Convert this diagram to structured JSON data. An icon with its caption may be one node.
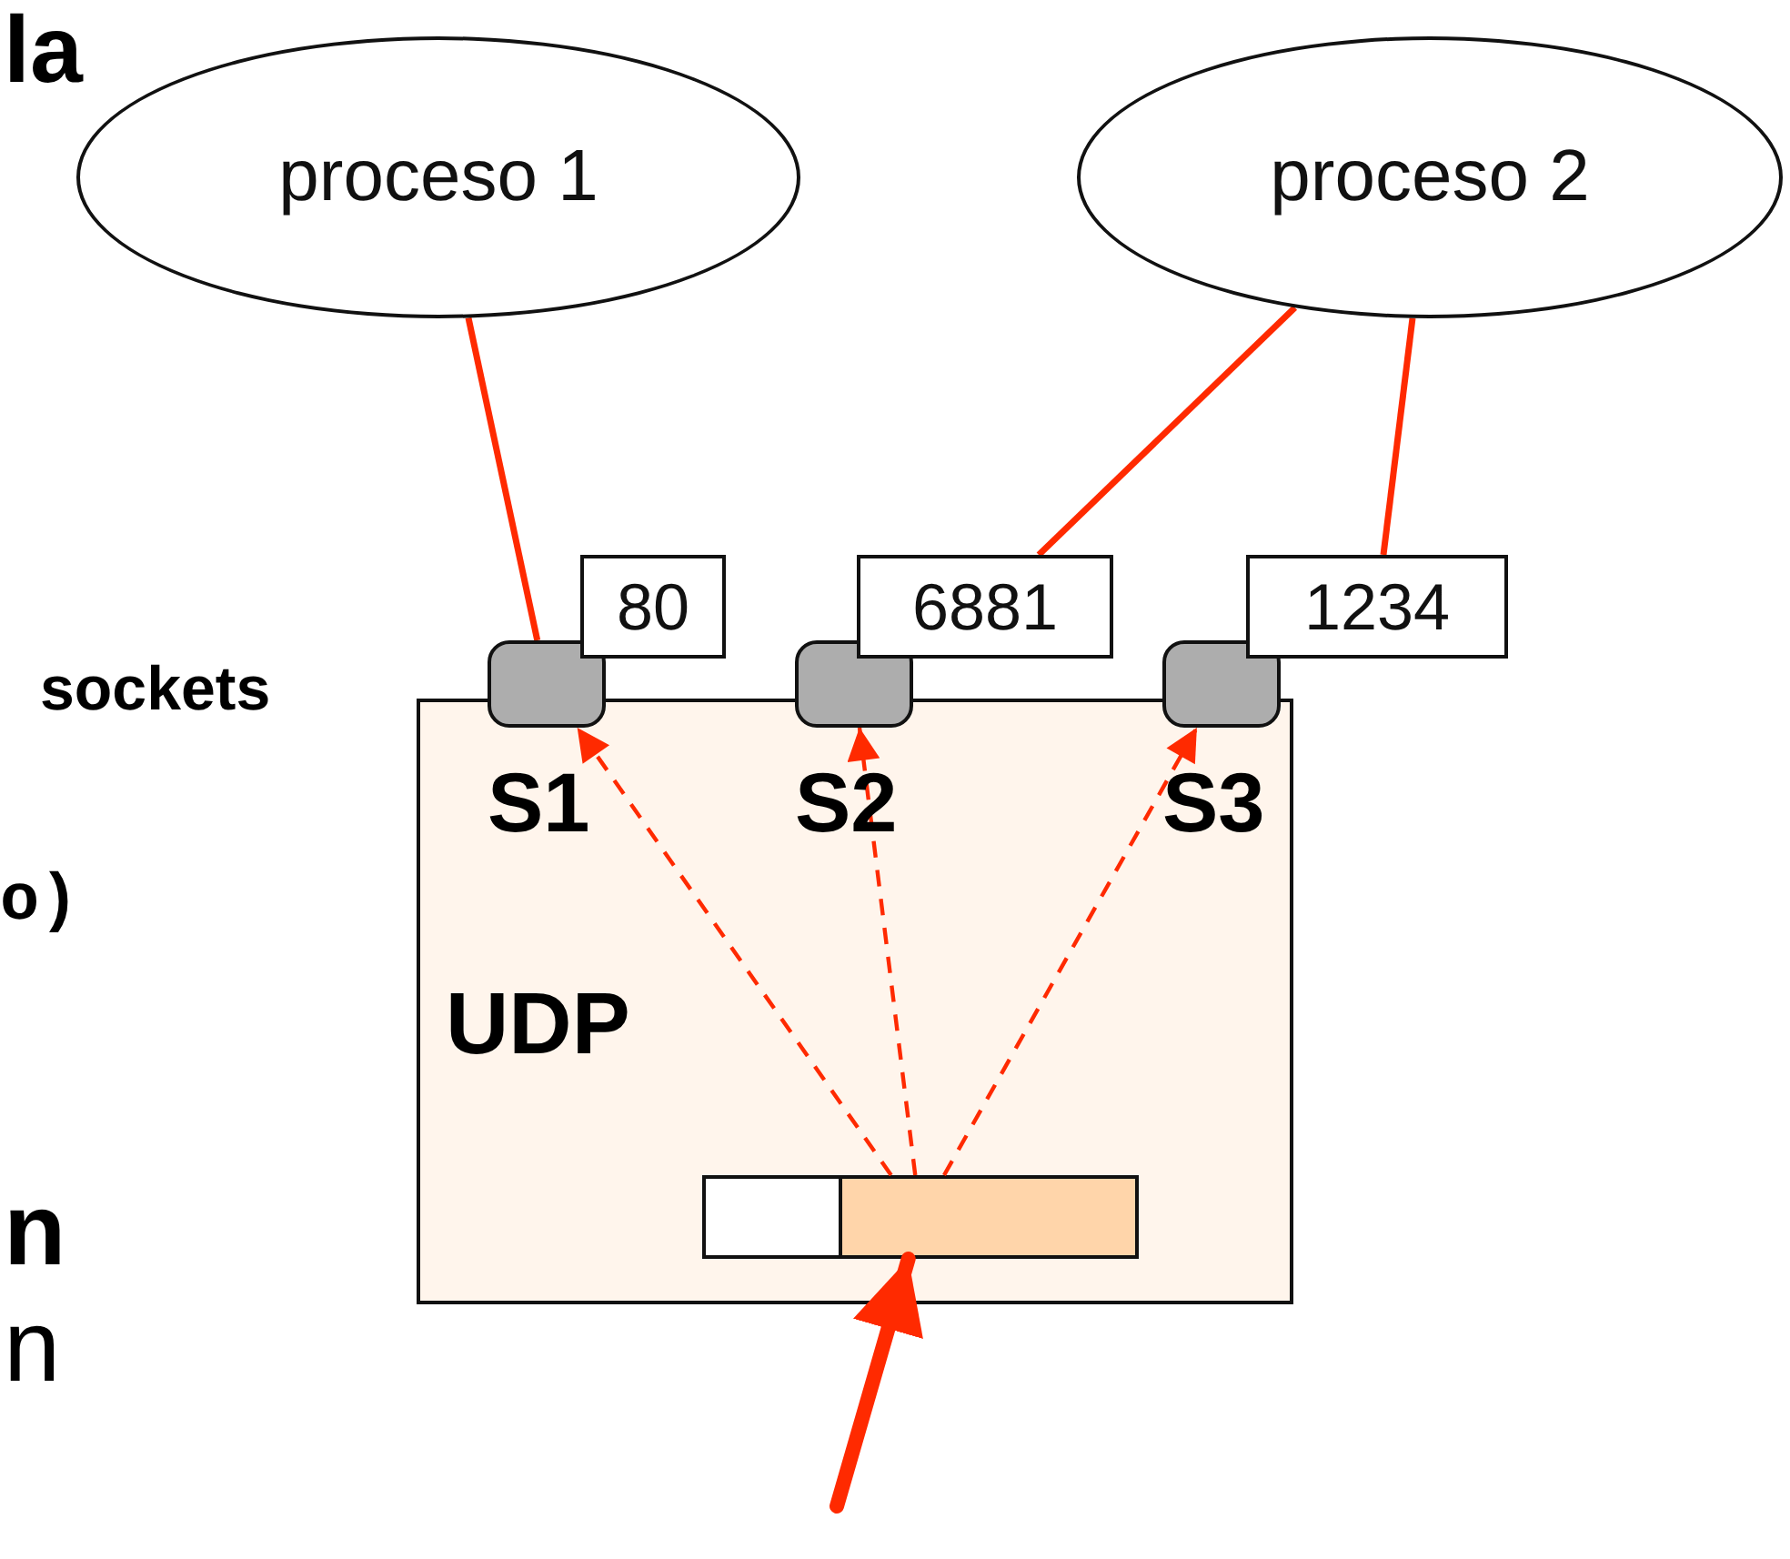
{
  "diagram": {
    "nodes": [
      {
        "text": [
          "proceso 1"
        ]
      },
      {
        "text": [
          "proceso 2"
        ]
      },
      {
        "text": [
          "UDP"
        ]
      },
      {
        "text": [],
        "shape": "box"
      },
      {
        "text": [
          "80"
        ]
      },
      {
        "text": [],
        "shape": "box"
      },
      {
        "text": [
          "6881"
        ]
      },
      {
        "text": [],
        "shape": "box"
      },
      {
        "text": [
          "1234"
        ]
      },
      {
        "text": [],
        "shape": "bar",
        "in": 2
      }
    ],
    "edges": [
      {
        "from": 0,
        "to": 3,
        "arrow": "none"
      },
      {
        "from": 1,
        "to": 6,
        "arrow": "none"
      },
      {
        "from": 1,
        "to": 8,
        "arrow": "none"
      },
      {
        "from": 9,
        "to": 3,
        "arrow": "to",
        "style": "dashed"
      },
      {
        "from": 9,
        "to": 5,
        "arrow": "to",
        "style": "dashed"
      },
      {
        "from": 9,
        "to": 7,
        "arrow": "to",
        "style": "dashed"
      },
      {
        "from": null,
        "to": 9,
        "arrow": "to",
        "style": "thick"
      }
    ],
    "labels": [
      "la",
      "sockets",
      "S1",
      "S2",
      "S3",
      "o)",
      "n",
      "n"
    ]
  }
}
